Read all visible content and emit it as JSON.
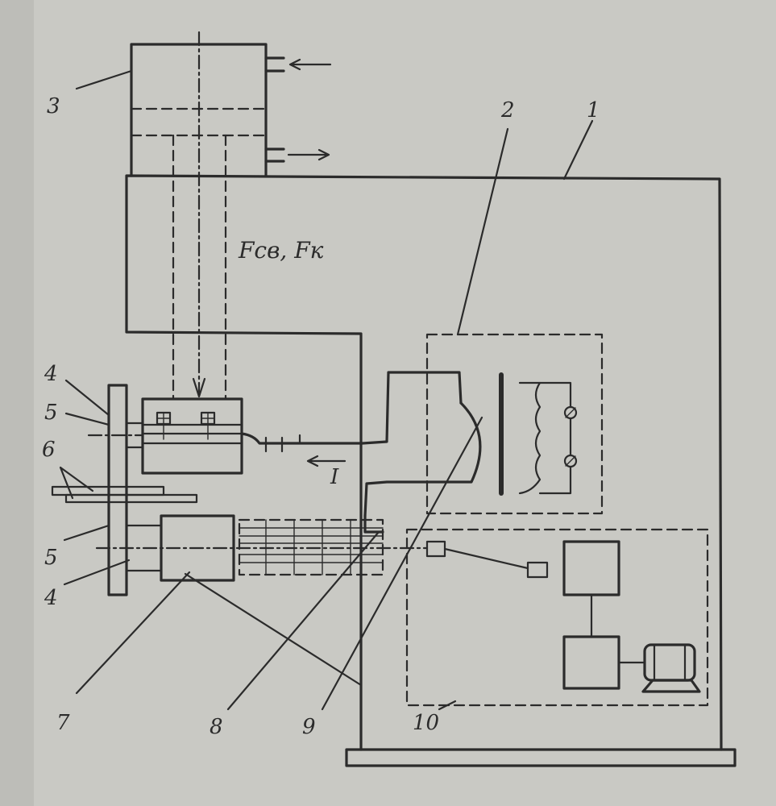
{
  "labels": {
    "l1": "1",
    "l2": "2",
    "l3": "3",
    "l4a": "4",
    "l5a": "5",
    "l6": "6",
    "l5b": "5",
    "l4b": "4",
    "l7": "7",
    "l8": "8",
    "l9": "9",
    "l10": "10",
    "force": "Fсв, Fк",
    "current": "I"
  },
  "colors": {
    "paper": "#c9c9c4",
    "ink": "#2b2b2b",
    "left_strip": "#bdbdb8"
  }
}
